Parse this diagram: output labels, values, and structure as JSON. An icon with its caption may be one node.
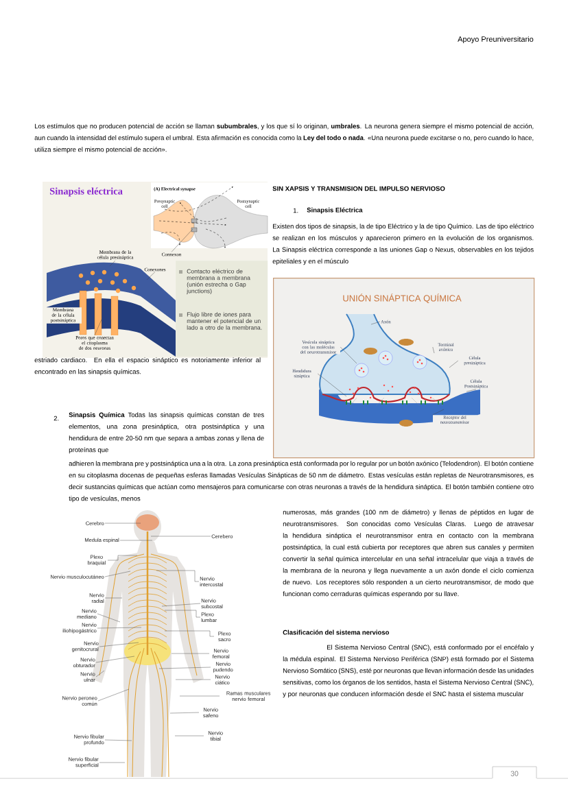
{
  "diagram": {
    "nodes": [
      {
        "text": [
          "Connexon"
        ]
      },
      {
        "text": [
          "Membrana de la célula presináptica"
        ]
      },
      {
        "text": [
          "Conexones"
        ]
      },
      {
        "text": [
          "Membrana de la célula postsináptica"
        ]
      },
      {
        "text": [
          "Poros que conectan el citoplasma de dos neuronas"
        ]
      },
      {
        "text": [
          "Contacto eléctrico de membrana a membrana (unión estrecha o Gap junctions)",
          "Flujo libre de iones para mantener el potencial de un lado a otro de la membrana."
        ]
      },
      {
        "text": [
          "UNIÓN SINÁPTICA QUÍMICA"
        ]
      },
      {
        "text": [
          "Axón"
        ],
        "in": 6
      },
      {
        "text": [
          "Vesícula sináptica con las moléculas del neurotransmisor"
        ],
        "in": 6
      },
      {
        "text": [
          "Terminal axónico"
        ],
        "in": 6
      },
      {
        "text": [
          "Hendidura sináptica"
        ],
        "in": 6
      },
      {
        "text": [
          "Célula presináptica"
        ],
        "in": 6
      },
      {
        "text": [
          "Célula Postsináptica"
        ],
        "in": 6
      },
      {
        "text": [
          "Receptor del neurotransmisor"
        ],
        "in": 6
      },
      {
        "text": [
          "Cerebro"
        ]
      },
      {
        "text": [
          "Medula espinal"
        ]
      },
      {
        "text": [
          "Cerebero"
        ]
      },
      {
        "text": [
          "Plexo braquial"
        ]
      },
      {
        "text": [
          "Nervio musculocutáneo"
        ]
      },
      {
        "text": [
          "Nervio intercostal"
        ]
      },
      {
        "text": [
          "Nervio radial"
        ]
      },
      {
        "text": [
          "Nervio subcostal"
        ]
      },
      {
        "text": [
          "Nervio mediano"
        ]
      },
      {
        "text": [
          "Plexo lumbar"
        ]
      },
      {
        "text": [
          "Nervio iliohipogástrico"
        ]
      },
      {
        "text": [
          "Plexo sacro"
        ]
      },
      {
        "text": [
          "Nervio genitocrural"
        ]
      },
      {
        "text": [
          "Nervio femoral"
        ]
      },
      {
        "text": [
          "Nervio obturador"
        ]
      },
      {
        "text": [
          "Nervio pudendo"
        ]
      },
      {
        "text": [
          "Nervio ulnar"
        ]
      },
      {
        "text": [
          "Nervio ciático"
        ]
      },
      {
        "text": [
          "Ramas musculares nervio femoral"
        ]
      },
      {
        "text": [
          "Nervio peroneo común"
        ]
      },
      {
        "text": [
          "Nervio safeno"
        ]
      },
      {
        "text": [
          "Nervio fibular profundo"
        ]
      },
      {
        "text": [
          "Nervio tibial"
        ]
      },
      {
        "text": [
          "Nervio fibular superficial"
        ]
      }
    ],
    "edges": [
      {
        "from": 0,
        "to": null,
        "arrow": "none"
      },
      {
        "from": 1,
        "to": null,
        "arrow": "none"
      },
      {
        "from": 2,
        "to": null,
        "arrow": "none"
      },
      {
        "from": 3,
        "to": null,
        "arrow": "none"
      },
      {
        "from": 4,
        "to": null,
        "arrow": "none"
      },
      {
        "from": 7,
        "to": null,
        "arrow": "none"
      },
      {
        "from": 8,
        "to": null,
        "arrow": "none"
      },
      {
        "from": 9,
        "to": null,
        "arrow": "none"
      },
      {
        "from": 10,
        "to": null,
        "arrow": "none"
      },
      {
        "from": 11,
        "to": null,
        "arrow": "none"
      },
      {
        "from": 12,
        "to": null,
        "arrow": "none"
      },
      {
        "from": 13,
        "to": null,
        "arrow": "none"
      },
      {
        "from": 14,
        "to": null,
        "arrow": "none"
      },
      {
        "from": 15,
        "to": null,
        "arrow": "none"
      },
      {
        "from": 16,
        "to": null,
        "arrow": "none"
      },
      {
        "from": 17,
        "to": null,
        "arrow": "none"
      },
      {
        "from": 18,
        "to": null,
        "arrow": "none"
      },
      {
        "from": 19,
        "to": null,
        "arrow": "none"
      },
      {
        "from": 20,
        "to": null,
        "arrow": "none"
      },
      {
        "from": 21,
        "to": null,
        "arrow": "none"
      },
      {
        "from": 22,
        "to": null,
        "arrow": "none"
      },
      {
        "from": 23,
        "to": null,
        "arrow": "none"
      },
      {
        "from": 24,
        "to": null,
        "arrow": "none"
      },
      {
        "from": 25,
        "to": null,
        "arrow": "none"
      },
      {
        "from": 26,
        "to": null,
        "arrow": "none"
      },
      {
        "from": 27,
        "to": null,
        "arrow": "none"
      },
      {
        "from": 28,
        "to": null,
        "arrow": "none"
      },
      {
        "from": 29,
        "to": null,
        "arrow": "none"
      },
      {
        "from": 30,
        "to": null,
        "arrow": "none"
      },
      {
        "from": 31,
        "to": null,
        "arrow": "none"
      },
      {
        "from": 32,
        "to": null,
        "arrow": "none"
      },
      {
        "from": 33,
        "to": null,
        "arrow": "none"
      },
      {
        "from": 34,
        "to": null,
        "arrow": "none"
      },
      {
        "from": 35,
        "to": null,
        "arrow": "none"
      },
      {
        "from": 36,
        "to": null,
        "arrow": "none"
      },
      {
        "from": 37,
        "to": null,
        "arrow": "none"
      }
    ],
    "labels": [
      "Apoyo Preuniversitario",
      "Los estímulos que no producen potencial de acción se llaman **subumbrales**, y los que sí lo originan, **umbrales**. La neurona genera siempre el mismo potencial de acción, aun cuando la intensidad del estímulo supera el umbral. Esta afirmación es conocida como la **Ley del todo o nada**. «Una neurona puede excitarse o no, pero cuando lo hace, utiliza siempre el mismo potencial de acción».",
      "Sinapsis eléctrica",
      "(A) Electrical synapse",
      "Presynaptic cell",
      "Postsynaptic cell",
      "SIN XAPSIS Y TRANSMISION DEL IMPULSO NERVIOSO",
      "1.",
      "Sinapsis Eléctrica",
      "Existen dos tipos de sinapsis, la de tipo Eléctrico y la de tipo Químico. Las de tipo eléctrico se realizan en los músculos y aparecieron primero en la evolución de los organismos. La Sinapsis eléctrica corresponde a las uniones Gap o Nexus, observables en los tejidos epiteliales y en el músculo",
      "estriado cardiaco. En ella el espacio sináptico es notoriamente inferior al encontrado en las sinapsis químicas.",
      "2.",
      "**Sinapsis Química** Todas las sinapsis químicas constan de tres elementos, una zona presináptica, otra postsináptica y una hendidura de entre 20-50 nm que separa a ambas zonas y llena de proteínas que",
      "adhieren la membrana pre y postsináptica una a la otra. La zona presináptica está conformada por lo regular por un botón axónico (Telodendron). El botón contiene en su citoplasma docenas de pequeñas esferas llamadas Vesículas Sinápticas de 50 nm de diámetro. Estas vesículas están repletas de Neurotransmisores, es decir sustancias químicas que actúan como mensajeros para comunicarse con otras neuronas a través de la hendidura sináptica. El botón también contiene otro tipo de vesículas, menos",
      "numerosas, más grandes (100 nm de diámetro) y llenas de péptidos en lugar de neurotransmisores. Son conocidas como Vesículas Claras. Luego de atravesar la hendidura sináptica el neurotransmisor entra en contacto con la membrana postsináptica, la cual está cubierta por receptores que abren sus canales y permiten convertir la señal química intercelular en una señal intracelular que viaja a través de la membrana de la neurona y llega nuevamente a un axón donde el ciclo comienza de nuevo. Los receptores sólo responden a un cierto neurotransmisor, de modo que funcionan como cerraduras químicas esperando por su llave.",
      "Clasificación del sistema nervioso",
      "El Sistema Nervioso Central (SNC), está conformado por el encéfalo y la médula espinal. El Sistema Nervioso Periférica (SNP) está formado por el Sistema Nervioso Somático (SNS), esté por neuronas que llevan información desde las unidades sensitivas, como los órganos de los sentidos, hasta el Sistema Nervioso Central (SNC), y por neuronas que conducen información desde el SNC hasta el sistema muscular",
      "30"
    ]
  }
}
